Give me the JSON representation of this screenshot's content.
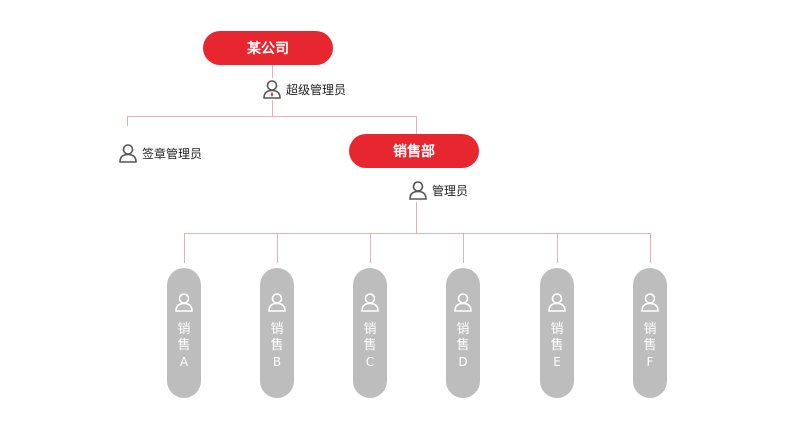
{
  "colors": {
    "accent": "#e8262f",
    "member": "#bdbdbd",
    "connector": "#e8b0b3"
  },
  "company": {
    "label": "某公司"
  },
  "super_admin": {
    "label": "超级管理员",
    "icon": "user-icon"
  },
  "seal_admin": {
    "label": "签章管理员",
    "icon": "user-icon"
  },
  "department": {
    "label": "销售部"
  },
  "dept_admin": {
    "label": "管理员",
    "icon": "user-icon"
  },
  "members": [
    {
      "name": "销售",
      "letter": "A"
    },
    {
      "name": "销售",
      "letter": "B"
    },
    {
      "name": "销售",
      "letter": "C"
    },
    {
      "name": "销售",
      "letter": "D"
    },
    {
      "name": "销售",
      "letter": "E"
    },
    {
      "name": "销售",
      "letter": "F"
    }
  ]
}
